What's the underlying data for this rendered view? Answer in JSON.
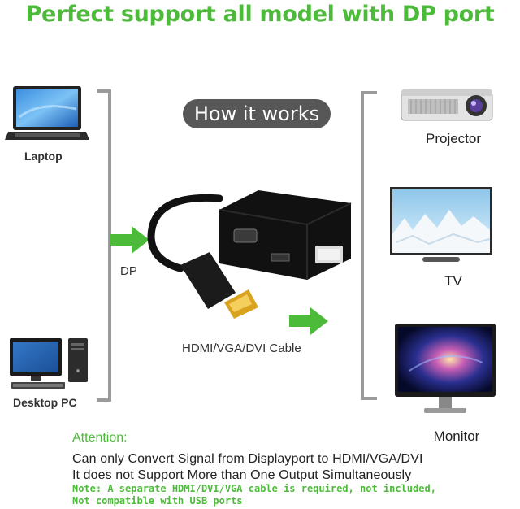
{
  "headline": "Perfect support all model with DP port",
  "how_it_works": "How it works",
  "sources": [
    {
      "label": "Laptop",
      "icon": "laptop-icon"
    },
    {
      "label": "Desktop PC",
      "icon": "desktop-pc-icon"
    }
  ],
  "outputs": [
    {
      "label": "Projector",
      "icon": "projector-icon"
    },
    {
      "label": "TV",
      "icon": "tv-icon"
    },
    {
      "label": "Monitor",
      "icon": "monitor-icon"
    }
  ],
  "input_label": "DP",
  "cable_label": "HDMI/VGA/DVI Cable",
  "attention": {
    "title": "Attention:",
    "line1": "Can only Convert Signal from Displayport to HDMI/VGA/DVI",
    "line2": "It does not Support More than One Output Simultaneously",
    "note1": "Note: A separate HDMI/DVI/VGA cable is required, not included,",
    "note2": "Not compatible with USB ports"
  },
  "colors": {
    "accent_green": "#4dbb3a",
    "bracket_gray": "#9a9a9a",
    "pill_gray": "#575757"
  }
}
